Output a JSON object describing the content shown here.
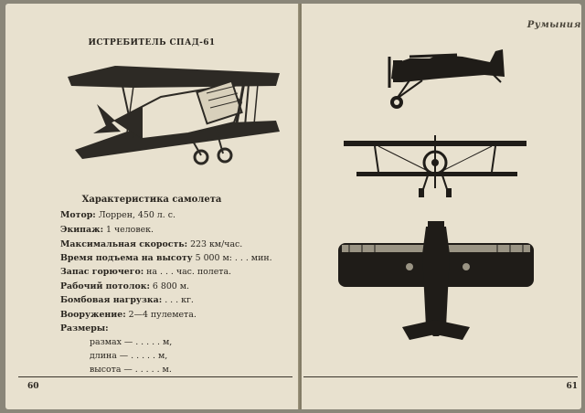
{
  "left_page": {
    "title": "ИСТРЕБИТЕЛЬ СПАД-61",
    "section_title": "Характеристика самолета",
    "specs": [
      {
        "label": "Мотор:",
        "value": " Лоррен, 450 л. с."
      },
      {
        "label": "Экипаж:",
        "value": " 1 человек."
      },
      {
        "label": "Максимальная скорость:",
        "value": " 223 км/час."
      },
      {
        "label": "Время подъема на высоту",
        "value": " 5 000 м: . . . мин."
      },
      {
        "label": "Запас горючего:",
        "value": " на . . . час. полета."
      },
      {
        "label": "Рабочий потолок:",
        "value": " 6 800 м."
      },
      {
        "label": "Бомбовая нагрузка:",
        "value": " . . . кг."
      },
      {
        "label": "Вооружение:",
        "value": " 2—4 пулемета."
      },
      {
        "label": "Размеры:",
        "value": ""
      }
    ],
    "dimensions": [
      "размах — . . . . . м,",
      "длина — . . . . . м,",
      "высота — . . . . . м."
    ],
    "page_number": "60"
  },
  "right_page": {
    "header": "Румыния",
    "page_number": "61"
  }
}
